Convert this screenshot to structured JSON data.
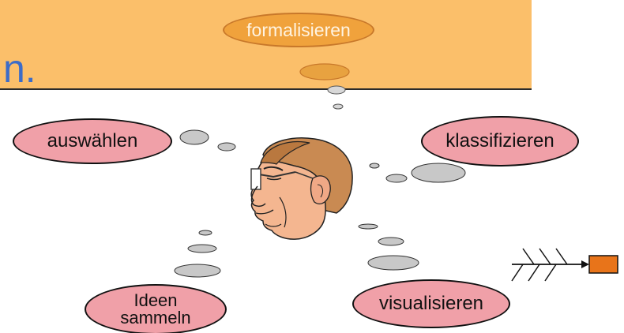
{
  "header": {
    "title_fragment": "n."
  },
  "thoughts": {
    "formalisieren": "formalisieren",
    "auswaehlen": "auswählen",
    "klassifizieren": "klassifizieren",
    "ideen_line1": "Ideen",
    "ideen_line2": "sammeln",
    "visualisieren": "visualisieren"
  },
  "colors": {
    "banner": "#fbbf6a",
    "title_text": "#3c6cc8",
    "thought_pink": "#f0a0a8",
    "thought_orange": "#f0a23c",
    "small_bubble": "#c8c8c8",
    "output_box": "#e8741a"
  }
}
